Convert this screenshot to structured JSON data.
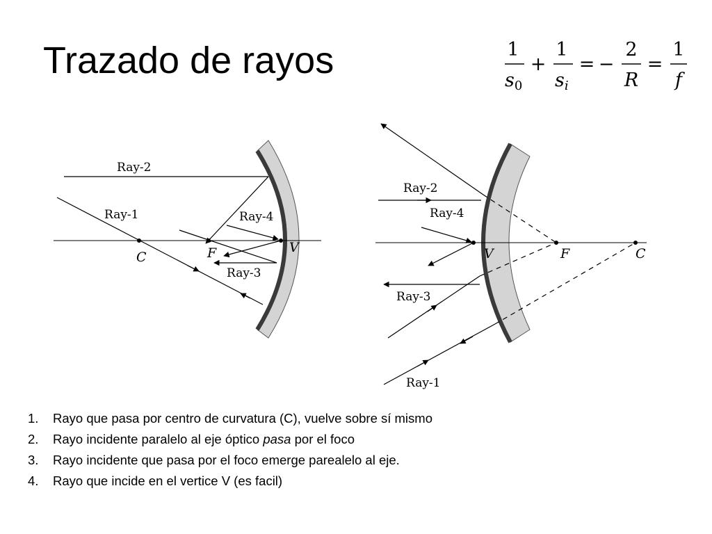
{
  "title": "Trazado de rayos",
  "formula": {
    "t1_num": "1",
    "t1_den": "s",
    "t1_sub": "0",
    "plus": "+",
    "t2_num": "1",
    "t2_den": "s",
    "t2_sub": "i",
    "eq1": "=",
    "minus": "−",
    "t3_num": "2",
    "t3_den": "R",
    "eq2": "=",
    "t4_num": "1",
    "t4_den": "f"
  },
  "concave": {
    "ray1": "Ray-1",
    "ray2": "Ray-2",
    "ray3": "Ray-3",
    "ray4": "Ray-4",
    "C": "C",
    "F": "F",
    "V": "V"
  },
  "convex": {
    "ray1": "Ray-1",
    "ray2": "Ray-2",
    "ray3": "Ray-3",
    "ray4": "Ray-4",
    "C": "C",
    "F": "F",
    "V": "V"
  },
  "rules": [
    {
      "num": "1.",
      "pre": "Rayo que pasa por centro de curvatura (C), vuelve sobre sí mismo",
      "em": "",
      "post": ""
    },
    {
      "num": "2.",
      "pre": "Rayo incidente paralelo al eje óptico ",
      "em": "pasa",
      "post": " por el foco"
    },
    {
      "num": "3.",
      "pre": "Rayo incidente que pasa por el foco emerge parealelo al eje.",
      "em": "",
      "post": ""
    },
    {
      "num": "4.",
      "pre": "Rayo que incide en el vertice V (es facil)",
      "em": "",
      "post": ""
    }
  ]
}
